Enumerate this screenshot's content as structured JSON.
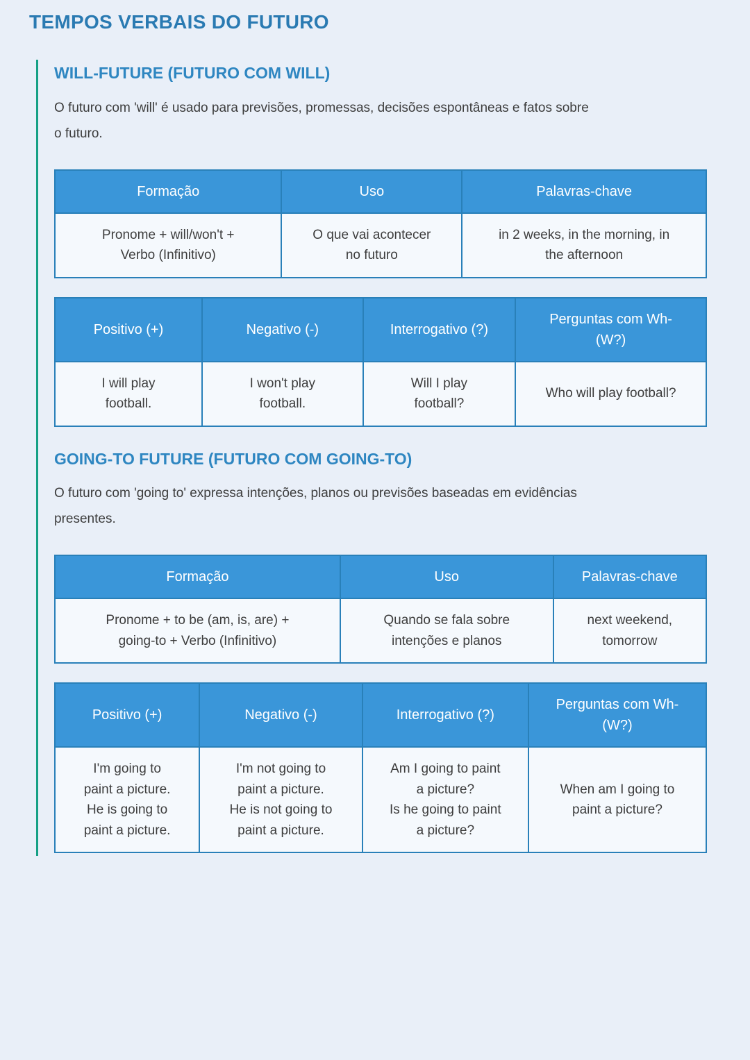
{
  "page": {
    "title": "TEMPOS VERBAIS DO FUTURO"
  },
  "colors": {
    "page_background": "#e9eff8",
    "accent_blue": "#3a96d9",
    "table_border_blue": "#2980b9",
    "heading_blue": "#2e86c1",
    "rail_teal": "#16a085",
    "cell_background": "#f5f9fd",
    "body_text": "#3d3d3d"
  },
  "sections": [
    {
      "heading": "WILL-FUTURE (FUTURO COM WILL)",
      "description": "O futuro com 'will' é usado para previsões, promessas, decisões espontâneas e fatos sobre\no futuro.",
      "formation_table": {
        "headers": [
          "Formação",
          "Uso",
          "Palavras-chave"
        ],
        "row": [
          "Pronome + will/won't +\nVerbo (Infinitivo)",
          "O que vai acontecer\nno futuro",
          "in 2 weeks, in the morning, in\nthe afternoon"
        ]
      },
      "forms_table": {
        "headers": [
          "Positivo (+)",
          "Negativo (-)",
          "Interrogativo (?)",
          "Perguntas com Wh-\n(W?)"
        ],
        "row": [
          "I will play\nfootball.",
          "I won't play\nfootball.",
          "Will I play\nfootball?",
          "Who will play football?"
        ]
      }
    },
    {
      "heading": "GOING-TO FUTURE (FUTURO COM GOING-TO)",
      "description": "O futuro com 'going to' expressa intenções, planos ou previsões baseadas em evidências\npresentes.",
      "formation_table": {
        "headers": [
          "Formação",
          "Uso",
          "Palavras-chave"
        ],
        "row": [
          "Pronome + to be (am, is, are) +\ngoing-to + Verbo (Infinitivo)",
          "Quando se fala sobre\nintenções e planos",
          "next weekend,\ntomorrow"
        ]
      },
      "forms_table": {
        "headers": [
          "Positivo (+)",
          "Negativo (-)",
          "Interrogativo (?)",
          "Perguntas com Wh-\n(W?)"
        ],
        "row": [
          "I'm going to\npaint a picture.\nHe is going to\npaint a picture.",
          "I'm not going to\npaint a picture.\nHe is not going to\npaint a picture.",
          "Am I going to paint\na picture?\nIs he going to paint\na picture?",
          "When am I going to\npaint a picture?"
        ]
      }
    }
  ]
}
